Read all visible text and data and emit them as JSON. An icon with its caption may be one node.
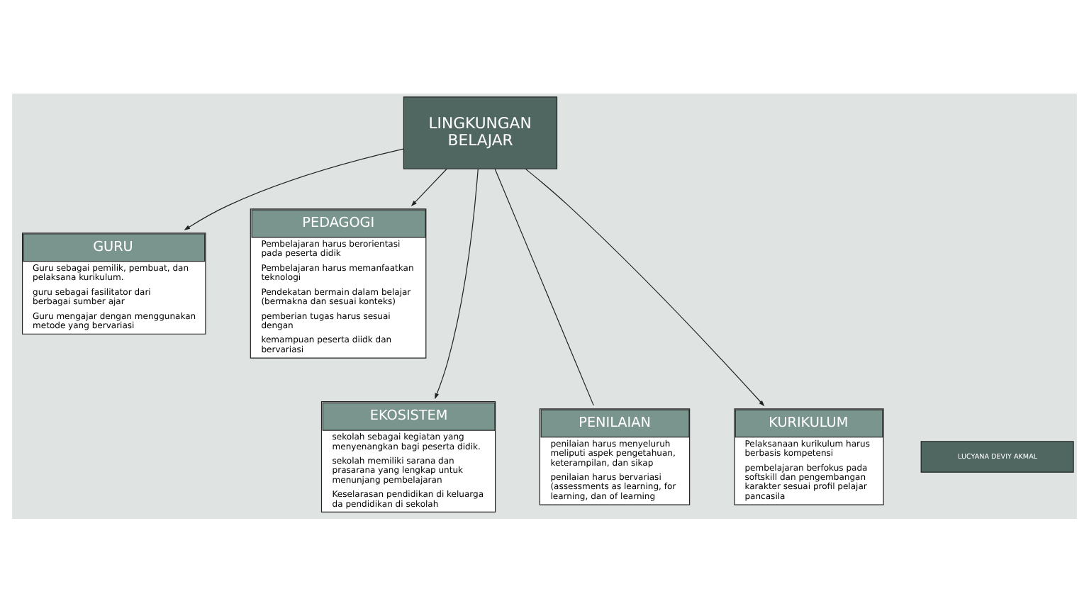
{
  "diagram": {
    "nodes": [
      {
        "text": [
          "GURU",
          "Guru sebagai pemilik, pembuat, dan pelaksana kurikulum.",
          "guru sebagai fasilitator dari berbagai sumber ajar",
          "Guru mengajar dengan menggunakan metode yang bervariasi"
        ]
      },
      {
        "text": [
          "PEDAGOGI",
          "Pembelajaran harus berorientasi pada peserta didik",
          "Pembelajaran harus memanfaatkan teknologi",
          "Pendekatan bermain dalam belajar (bermakna dan sesuai konteks)",
          "pemberian tugas harus sesuai dengan",
          "kemampuan peserta diidk dan bervariasi"
        ]
      },
      {
        "text": [
          "LINGKUNGAN BELAJAR"
        ]
      },
      {
        "text": [
          "EKOSISTEM",
          "sekolah sebagai kegiatan yang menyenangkan bagi peserta didik.",
          "sekolah memiliki sarana dan prasarana yang lengkap untuk menunjang pembelajaran",
          "Keselarasan pendidikan di keluarga da pendidikan di sekolah"
        ]
      },
      {
        "text": [
          "PENILAIAN",
          "penilaian harus menyeluruh meliputi aspek pengetahuan, keterampilan, dan sikap",
          "penilaian harus bervariasi (assessments as learning, for learning, dan of learning"
        ]
      },
      {
        "text": [
          "KURIKULUM",
          "Pelaksanaan kurikulum harus berbasis kompetensi",
          "pembelajaran berfokus pada softskill dan pengembangan karakter sesuai profil pelajar pancasila"
        ]
      },
      {
        "text": [
          "LUCYANA DEVIY AKMAL"
        ]
      }
    ],
    "edges": [
      {
        "from": 2,
        "to": 0,
        "arrow": "to"
      },
      {
        "from": 2,
        "to": 1,
        "arrow": "to"
      },
      {
        "from": 2,
        "to": 3,
        "arrow": "to"
      },
      {
        "from": 2,
        "to": 4,
        "arrow": "none"
      },
      {
        "from": 2,
        "to": 5,
        "arrow": "to"
      }
    ]
  }
}
